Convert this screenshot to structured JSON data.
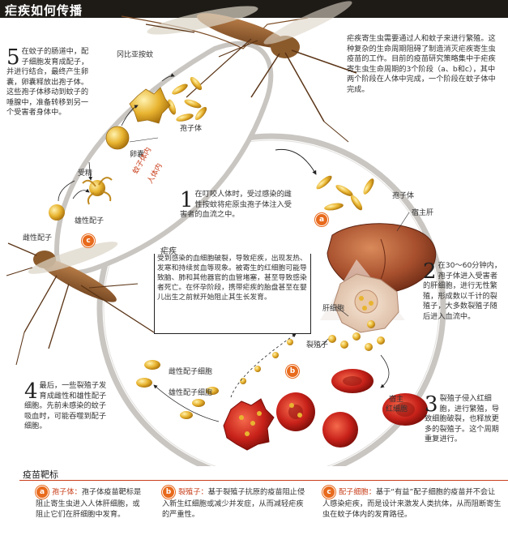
{
  "title": "疟疾如何传播",
  "intro": "疟疾寄生虫需要通过人和蚊子来进行繁殖。这种复杂的生命周期阻碍了制造消灭疟疾寄生虫疫苗的工作。目前的疫苗研究策略集中于疟疾寄生虫生命周期的3个阶段（a、b和c），其中两个阶段在人体中完成，一个阶段在蚊子体中完成。",
  "mosquito_label": "冈比亚按蚊",
  "steps": {
    "s1": {
      "num": "1",
      "text": "在叮咬人体时，受过感染的雌性按蚊将疟原虫孢子体注入受害者的血流之中。"
    },
    "s2": {
      "num": "2",
      "text": "在30～60分钟内，孢子体进入受害者的肝细胞，进行无性繁殖，形成数以千计的裂殖子，大多数裂殖子随后进入血流中。"
    },
    "s3": {
      "num": "3",
      "text": "裂殖子侵入红细胞，进行繁殖，导致细胞破裂，也释放更多的裂殖子。这个周期重复进行。"
    },
    "s4": {
      "num": "4",
      "text": "最后，一些裂殖子发育成雌性和雄性配子细胞。先前未感染的蚊子吸血时，可能吞噬到配子细胞。"
    },
    "s5": {
      "num": "5",
      "text": "在蚊子的肠道中，配子细胞发育成配子，并进行结合，最终产生卵囊，卵囊释放出孢子体。这些孢子体移动到蚊子的唾腺中，准备转移到另一个受害者身体中。"
    }
  },
  "malaria_box": {
    "heading": "疟疾",
    "text": "受到感染的血细胞破裂，导致疟疾，出现发热、发寒和持续贫血等现象。被寄生的红细胞可能导致脑、肺和其他器官的血管堵塞，甚至导致感染者死亡。在怀孕阶段，携带疟疾的胎盘甚至在婴儿出生之前就开始阻止其生长发育。"
  },
  "labels": {
    "sporozoite_top": "孢子体",
    "oocyst": "卵囊",
    "fertilization": "受精",
    "male_gamete": "雄性配子",
    "female_gamete": "雌性配子",
    "mosquito_body": "蚊子体内",
    "human_body": "人体内",
    "sporozoite_right": "孢子体",
    "host_liver": "宿主肝",
    "liver_cell": "肝细胞",
    "merozoite": "裂殖子",
    "host_rbc_1": "宿主",
    "host_rbc_2": "红细胞",
    "female_gametocyte": "雌性配子细胞",
    "male_gametocyte": "雄性配子细胞"
  },
  "vaccine": {
    "heading": "疫苗靶标",
    "items": [
      {
        "badge": "a",
        "name": "孢子体：",
        "text": "孢子体疫苗靶标是阻止寄生虫进入人体肝细胞，或阻止它们在肝细胞中发育。"
      },
      {
        "badge": "b",
        "name": "裂殖子：",
        "text": "基于裂殖子抗原的疫苗阻止侵入新生红细胞或减少并发症，从而减轻疟疾的严重性。"
      },
      {
        "badge": "c",
        "name": "配子细胞：",
        "text": "基于“有益”配子细胞的疫苗并不会让人感染疟疾，而是设计来激发人类抗体，从而阻断寄生虫在蚊子体内的发育路径。"
      }
    ]
  },
  "colors": {
    "title_bg": "#1e1b17",
    "accent": "#c9401c",
    "badge": "#e86a1c",
    "liver": "#a8502e",
    "rbc": "#c8221a",
    "parasite": "#e8b430"
  }
}
